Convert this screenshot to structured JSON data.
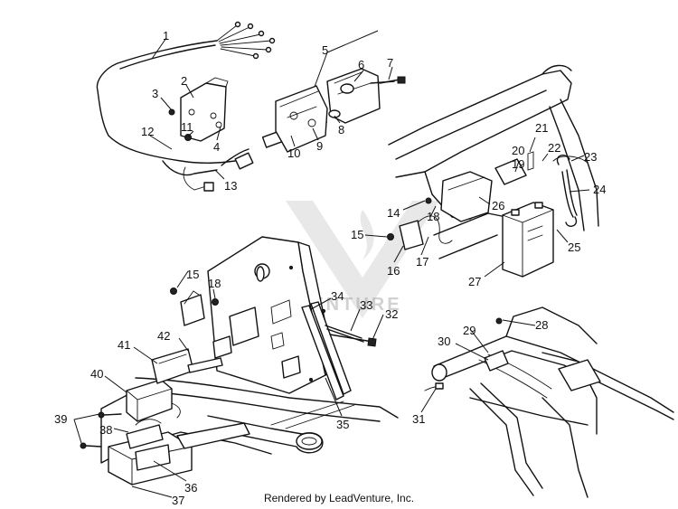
{
  "diagram": {
    "callouts": [
      "1",
      "2",
      "3",
      "4",
      "5",
      "6",
      "7",
      "8",
      "9",
      "10",
      "11",
      "12",
      "13",
      "14",
      "15",
      "16",
      "17",
      "18",
      "19",
      "20",
      "21",
      "22",
      "23",
      "24",
      "25",
      "26",
      "27",
      "28",
      "29",
      "30",
      "31",
      "32",
      "33",
      "34",
      "35",
      "36",
      "37",
      "38",
      "39",
      "40",
      "41",
      "42"
    ],
    "callouts_repeat": [
      "15",
      "18"
    ],
    "watermark": "VENTURE",
    "credit": "Rendered by LeadVenture, Inc."
  }
}
